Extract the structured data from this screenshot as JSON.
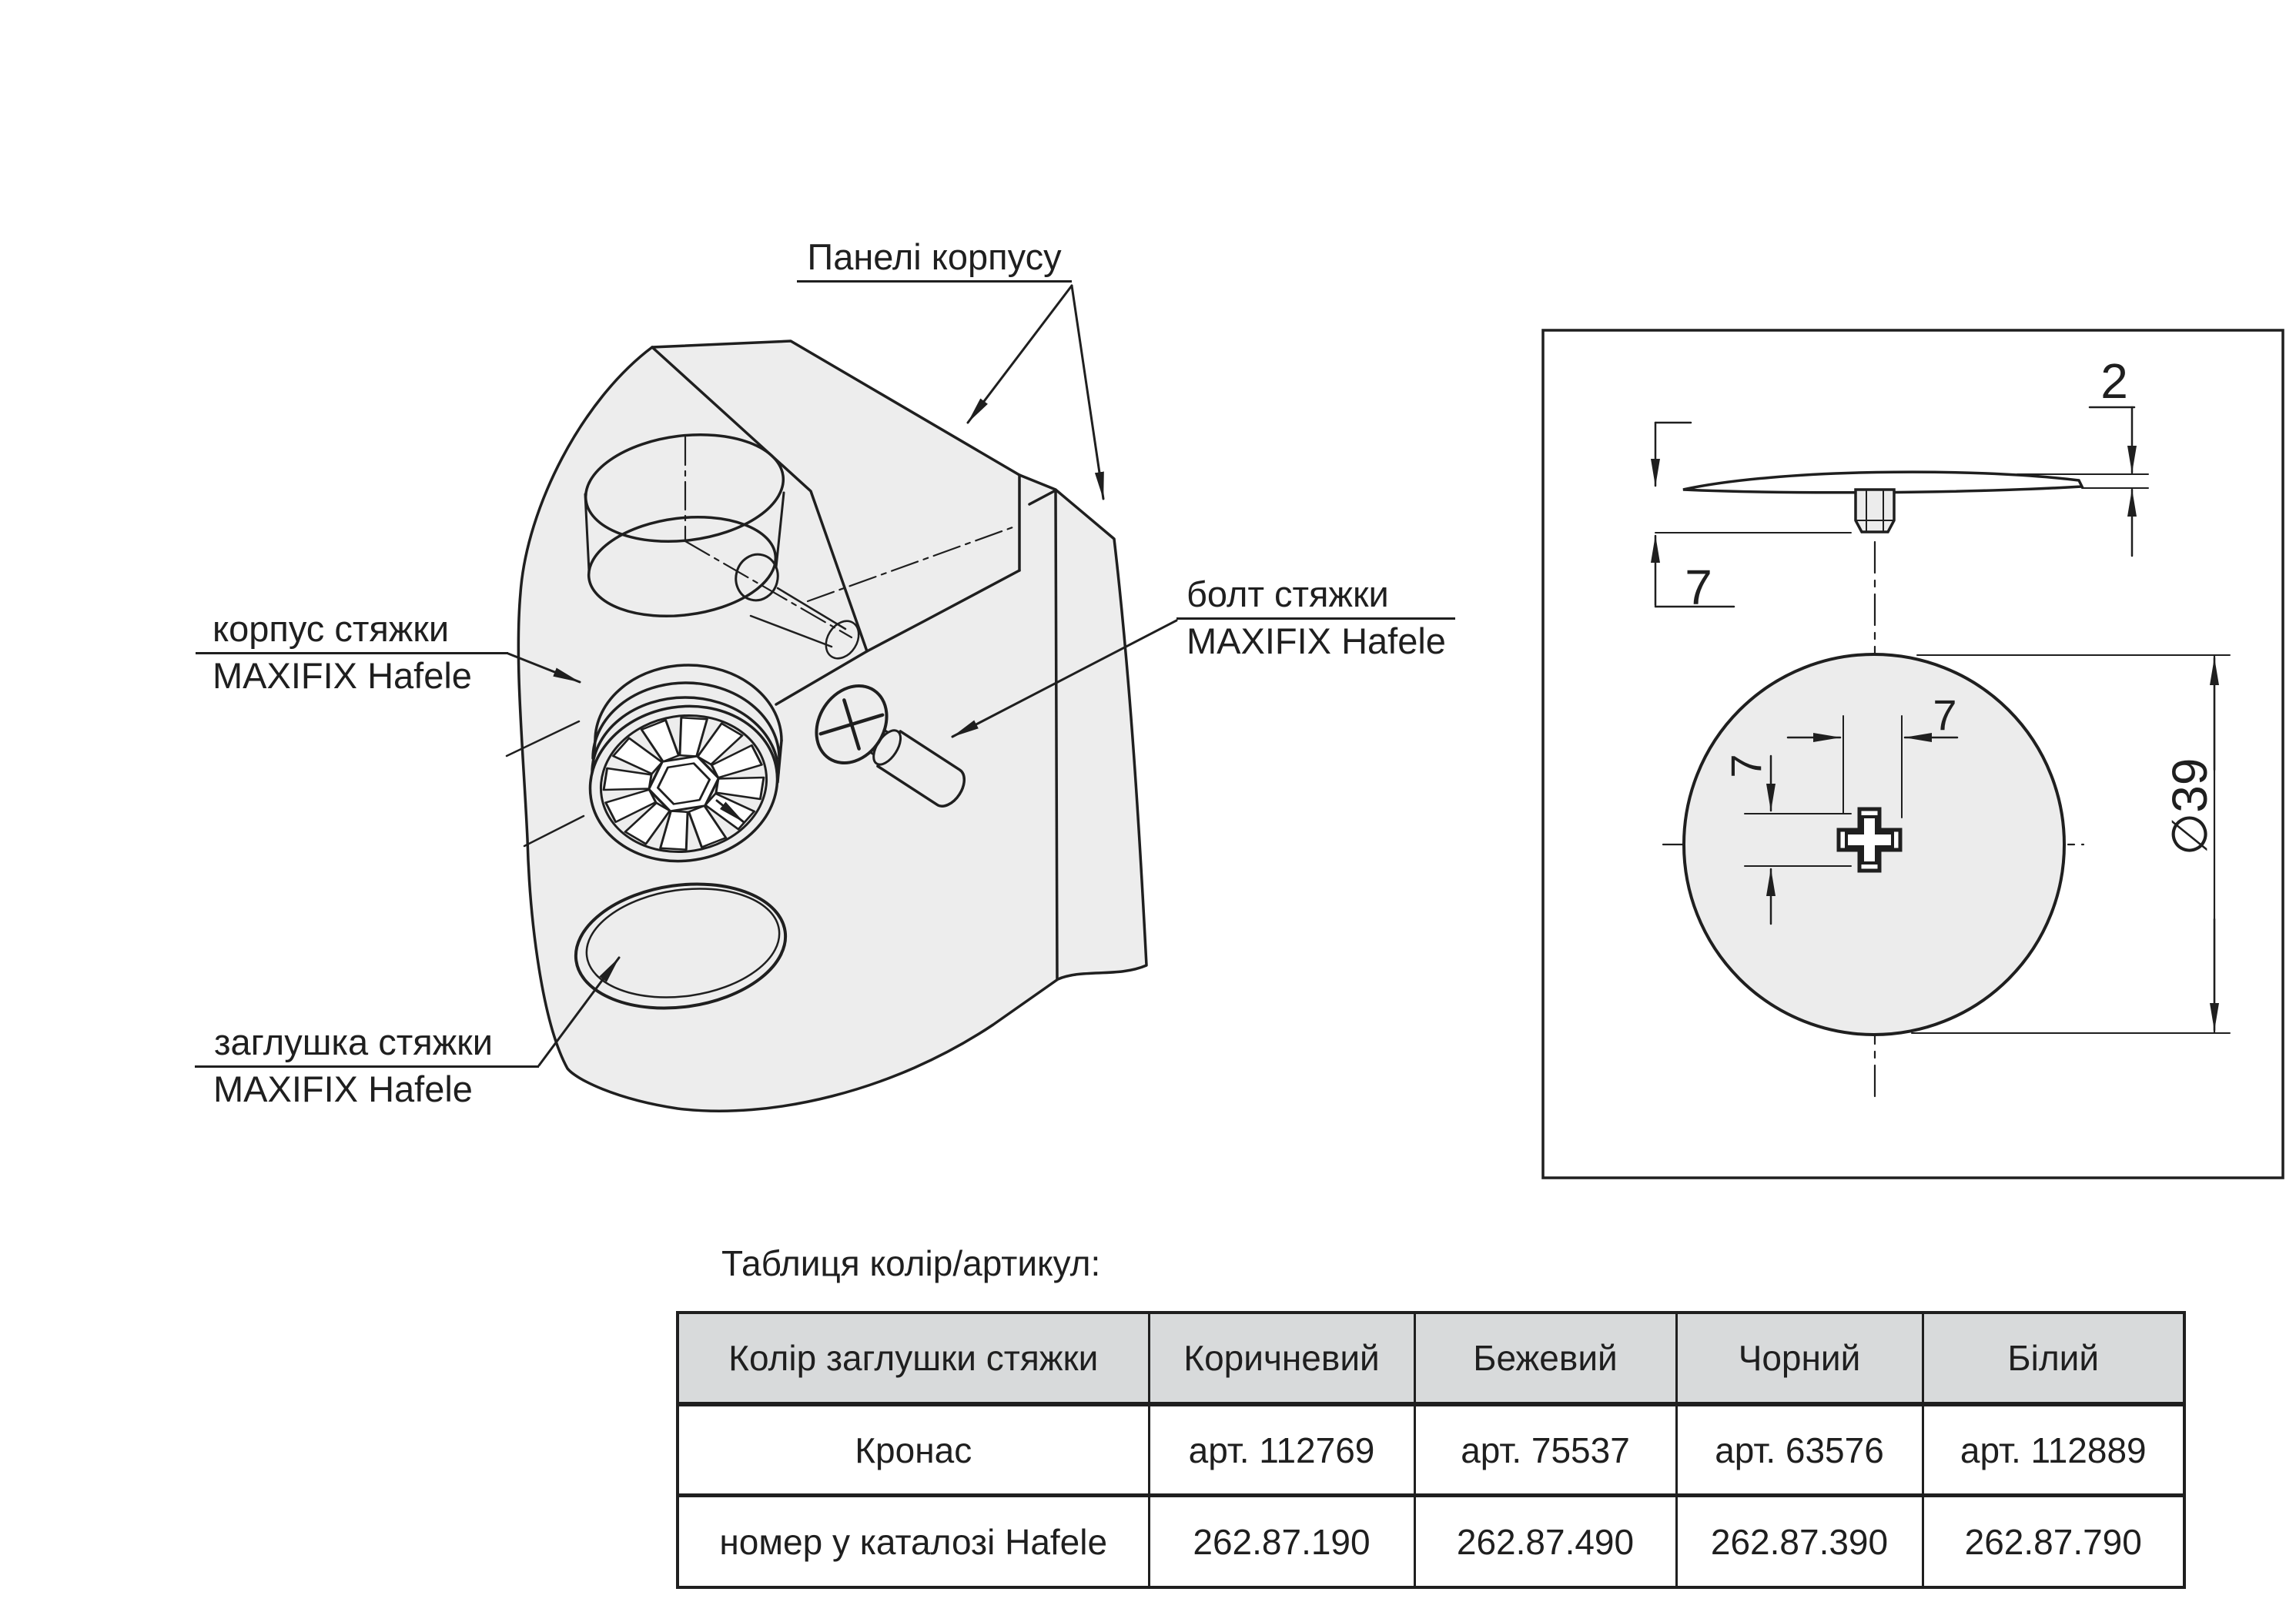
{
  "labels": {
    "panels": "Панелі корпусу",
    "corpus1": "корпус стяжки",
    "corpus2": "MAXIFIX Hafele",
    "bolt1": "болт стяжки",
    "bolt2": "MAXIFIX Hafele",
    "cap1": "заглушка стяжки",
    "cap2": "MAXIFIX Hafele"
  },
  "dims": {
    "cap_thickness": "2",
    "stem_height": "7",
    "cross_width": "7",
    "cross_height": "7",
    "diameter": "∅39"
  },
  "table": {
    "title": "Таблиця колір/артикул:",
    "headers": [
      "Колір заглушки стяжки",
      "Коричневий",
      "Бежевий",
      "Чорний",
      "Білий"
    ],
    "rows": [
      [
        "Кронас",
        "арт. 112769",
        "арт. 75537",
        "арт. 63576",
        "арт. 112889"
      ],
      [
        "номер у каталозі Hafele",
        "262.87.190",
        "262.87.490",
        "262.87.390",
        "262.87.790"
      ]
    ]
  },
  "colors": {
    "line": "#1f1f1f",
    "panel_fill": "#ededed",
    "table_header_bg": "#d8dadb"
  }
}
